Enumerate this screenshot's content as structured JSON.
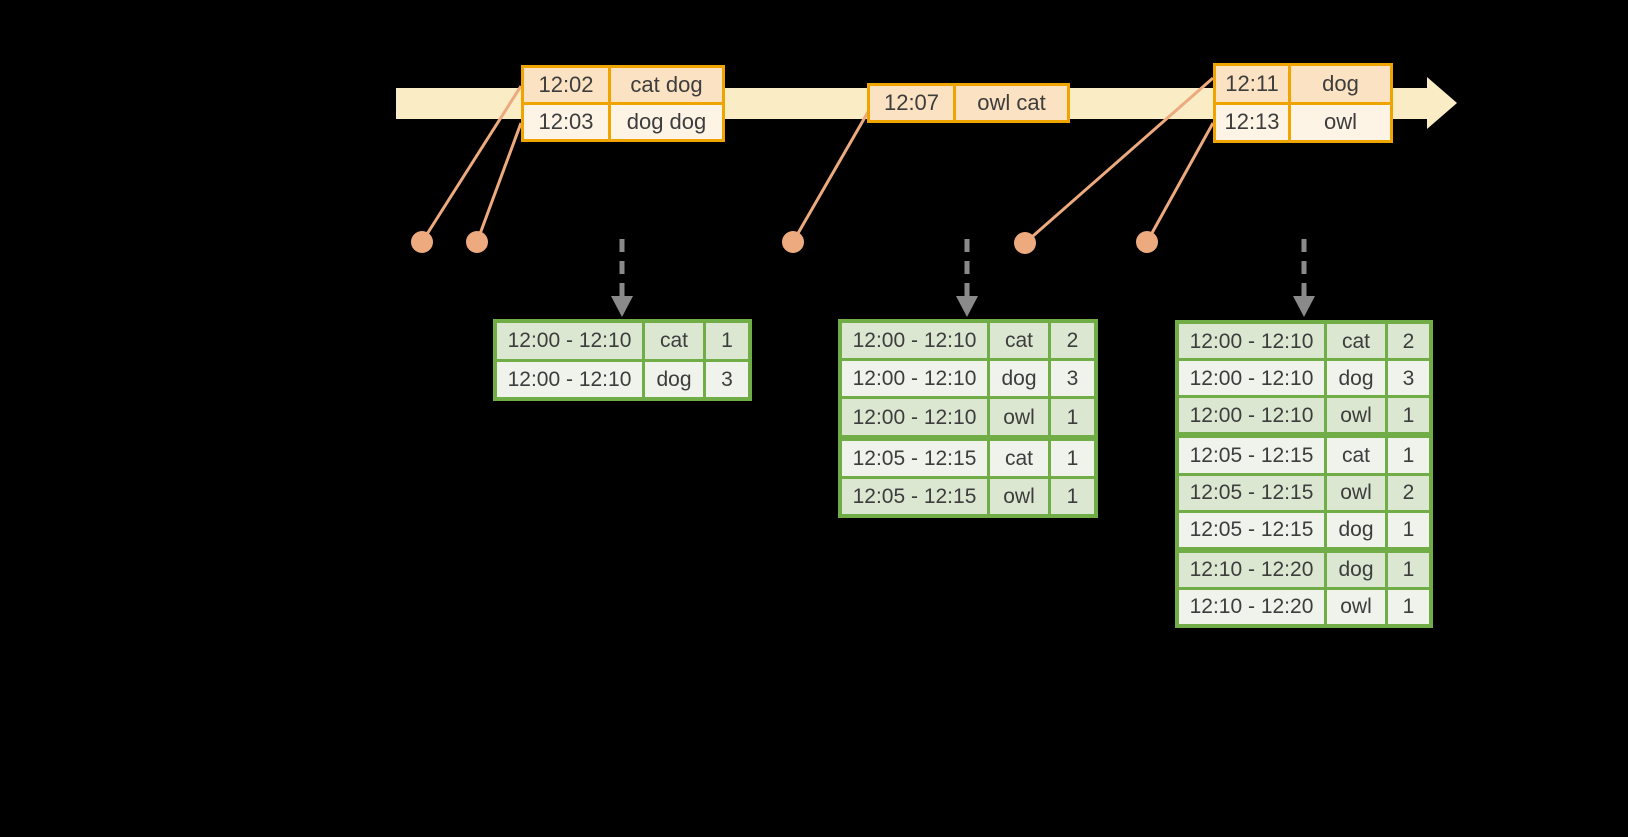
{
  "diagram_title": "",
  "colors": {
    "background": "#000000",
    "timeline_fill": "#FAEDC6",
    "event_table_border": "#F0A400",
    "event_row_dark": "#FBE2C2",
    "event_row_light": "#FDF4E6",
    "result_table_border": "#70AD47",
    "result_row_dark": "#DCE7D2",
    "result_row_light": "#EFF3EB",
    "connector_orange": "#EDAA7E",
    "trigger_arrow_gray": "#8A8A8A",
    "text": "#3D3D3D"
  },
  "icons": {
    "timeline_arrowhead": "timeline-arrowhead-icon",
    "event_dot": "event-dot",
    "trigger_down_arrow": "trigger-down-arrow-icon"
  },
  "event_tables": [
    {
      "rows": [
        {
          "time": "12:02",
          "words": "cat dog"
        },
        {
          "time": "12:03",
          "words": "dog dog"
        }
      ]
    },
    {
      "rows": [
        {
          "time": "12:07",
          "words": "owl cat"
        }
      ]
    },
    {
      "rows": [
        {
          "time": "12:11",
          "words": "dog"
        },
        {
          "time": "12:13",
          "words": "owl"
        }
      ]
    }
  ],
  "result_tables": [
    {
      "rows": [
        {
          "window": "12:00 - 12:10",
          "word": "cat",
          "count": "1"
        },
        {
          "window": "12:00 - 12:10",
          "word": "dog",
          "count": "3"
        }
      ]
    },
    {
      "rows": [
        {
          "window": "12:00 - 12:10",
          "word": "cat",
          "count": "2"
        },
        {
          "window": "12:00 - 12:10",
          "word": "dog",
          "count": "3"
        },
        {
          "window": "12:00 - 12:10",
          "word": "owl",
          "count": "1"
        },
        {
          "window": "12:05 - 12:15",
          "word": "cat",
          "count": "1"
        },
        {
          "window": "12:05 - 12:15",
          "word": "owl",
          "count": "1"
        }
      ]
    },
    {
      "rows": [
        {
          "window": "12:00 - 12:10",
          "word": "cat",
          "count": "2"
        },
        {
          "window": "12:00 - 12:10",
          "word": "dog",
          "count": "3"
        },
        {
          "window": "12:00 - 12:10",
          "word": "owl",
          "count": "1"
        },
        {
          "window": "12:05 - 12:15",
          "word": "cat",
          "count": "1"
        },
        {
          "window": "12:05 - 12:15",
          "word": "owl",
          "count": "2"
        },
        {
          "window": "12:05 - 12:15",
          "word": "dog",
          "count": "1"
        },
        {
          "window": "12:10 - 12:20",
          "word": "dog",
          "count": "1"
        },
        {
          "window": "12:10 - 12:20",
          "word": "owl",
          "count": "1"
        }
      ]
    }
  ]
}
